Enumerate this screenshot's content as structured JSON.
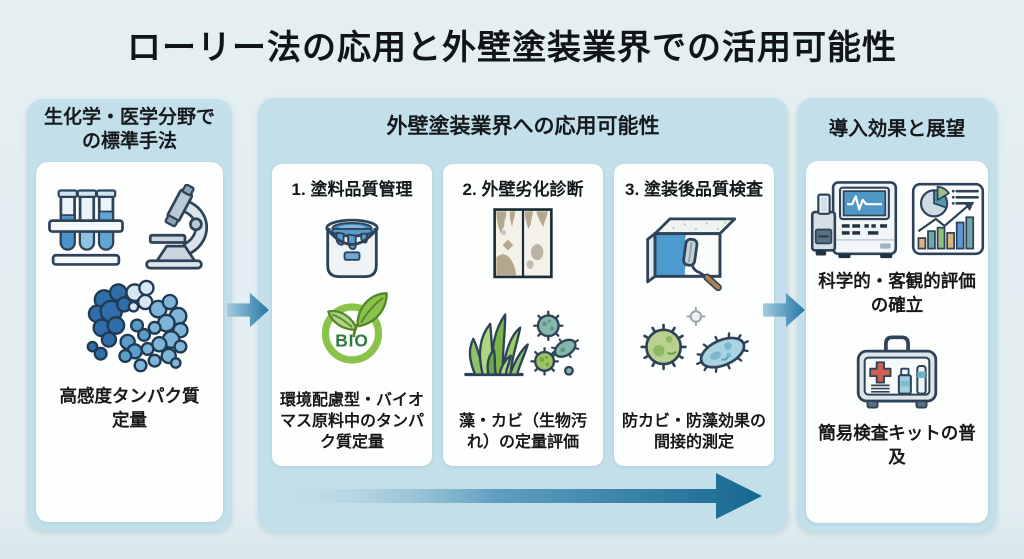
{
  "title": "ローリー法の応用と外壁塗装業界での活用可能性",
  "left_panel": {
    "header": "生化学・医学分野での標準手法",
    "caption": "高感度タンパク質定量",
    "icons": [
      "test-tubes-icon",
      "microscope-icon",
      "protein-molecules-icon"
    ]
  },
  "middle_panel": {
    "header": "外壁塗装業界への応用可能性",
    "cards": [
      {
        "title": "1. 塗料品質管理",
        "badge_label": "BIO",
        "caption": "環境配慮型・バイオマス原料中のタンパク質定量",
        "icons": [
          "paint-can-icon",
          "bio-leaf-badge-icon"
        ]
      },
      {
        "title": "2. 外壁劣化診断",
        "caption": "藻・カビ（生物汚れ）の定量評価",
        "icons": [
          "stained-wall-icon",
          "algae-and-microbes-icon"
        ]
      },
      {
        "title": "3. 塗装後品質検査",
        "caption": "防カビ・防藻効果の間接的測定",
        "icons": [
          "painted-wall-roller-icon",
          "mold-microbes-icon"
        ]
      }
    ]
  },
  "right_panel": {
    "header": "導入効果と展望",
    "items": [
      {
        "caption": "科学的・客観的評価の確立",
        "icons": [
          "analyzer-icon",
          "chart-report-icon"
        ]
      },
      {
        "caption": "簡易検査キットの普及",
        "icons": [
          "test-kit-icon"
        ]
      }
    ]
  },
  "flow": {
    "direction": "left-to-right",
    "connector_count": 2,
    "bottom_arrow": true
  },
  "colors": {
    "background": "#e3eef1",
    "panel_blue": "#c3dfe9",
    "card_white": "#fdfefe",
    "outline_ink": "#2e4358",
    "arrow_dark": "#15678f",
    "arrow_light": "#a3cbdf",
    "bio_green": "#8bc34a",
    "paint_blue": "#4d9bce",
    "alert_red": "#cd5f50"
  }
}
